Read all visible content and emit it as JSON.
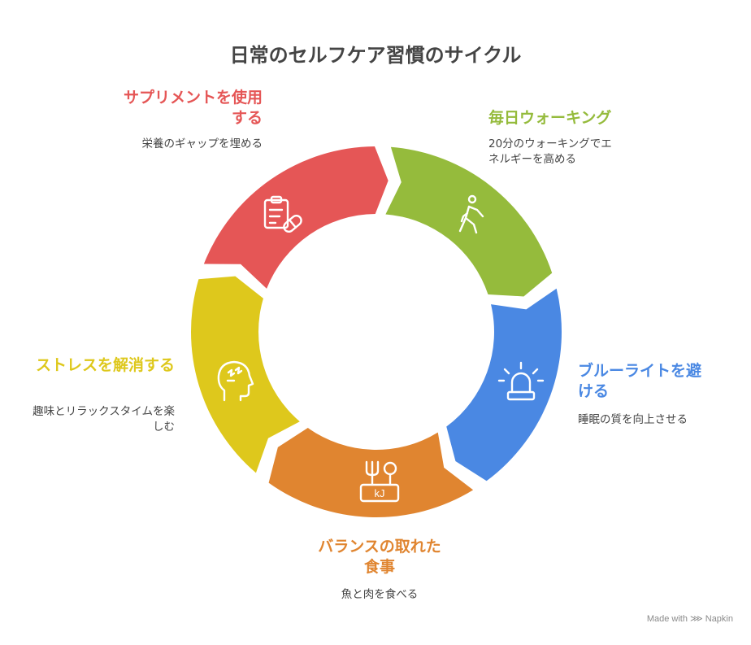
{
  "title": "日常のセルフケア習慣のサイクル",
  "colors": {
    "red": "#E55656",
    "green": "#95BB3C",
    "blue": "#4A88E3",
    "orange": "#E08530",
    "yellow": "#DEC81C"
  },
  "steps": [
    {
      "label": "サプリメントを使用する",
      "desc": "栄養のギャップを埋める",
      "icon": "clipboard-pill-icon",
      "color": "#E55656"
    },
    {
      "label": "毎日ウォーキング",
      "desc": "20分のウォーキングでエネルギーを高める",
      "icon": "walking-person-icon",
      "color": "#95BB3C"
    },
    {
      "label": "ブルーライトを避ける",
      "desc": "睡眠の質を向上させる",
      "icon": "alarm-light-icon",
      "color": "#4A88E3"
    },
    {
      "label": "バランスの取れた食事",
      "desc": "魚と肉を食べる",
      "icon": "fork-spoon-kj-icon",
      "color": "#E08530"
    },
    {
      "label": "ストレスを解消する",
      "desc": "趣味とリラックスタイムを楽しむ",
      "icon": "head-stress-icon",
      "color": "#DEC81C"
    }
  ],
  "branding": {
    "prefix": "Made with",
    "name": "Napkin"
  }
}
